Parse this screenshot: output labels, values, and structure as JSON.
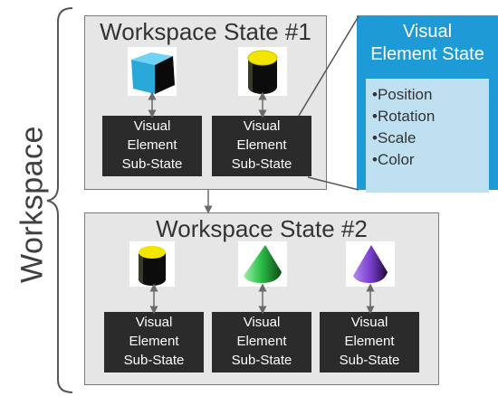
{
  "workspace_label": "Workspace",
  "state1": {
    "title": "Workspace State #1",
    "substates": [
      {
        "lines": [
          "Visual",
          "Element",
          "Sub-State"
        ],
        "object_icon": "cube-icon",
        "color": "#39b8e6"
      },
      {
        "lines": [
          "Visual",
          "Element",
          "Sub-State"
        ],
        "object_icon": "cylinder-icon",
        "color": "#f2e600"
      }
    ]
  },
  "state2": {
    "title": "Workspace State #2",
    "substates": [
      {
        "lines": [
          "Visual",
          "Element",
          "Sub-State"
        ],
        "object_icon": "cylinder-icon",
        "color": "#f2e600"
      },
      {
        "lines": [
          "Visual",
          "Element",
          "Sub-State"
        ],
        "object_icon": "cone-icon",
        "color": "#2fbf4a"
      },
      {
        "lines": [
          "Visual",
          "Element",
          "Sub-State"
        ],
        "object_icon": "cone-icon",
        "color": "#7a3fd0"
      }
    ]
  },
  "visual_element_state": {
    "title_lines": [
      "Visual",
      "Element State"
    ],
    "properties": [
      "•Position",
      "•Rotation",
      "•Scale",
      "•Color"
    ]
  },
  "colors": {
    "panel_blue": "#1e9bd7",
    "panel_list_bg": "#bfe0f1",
    "substate_bg": "#2b2b2b",
    "workspace_bg": "#e6e6e6"
  }
}
